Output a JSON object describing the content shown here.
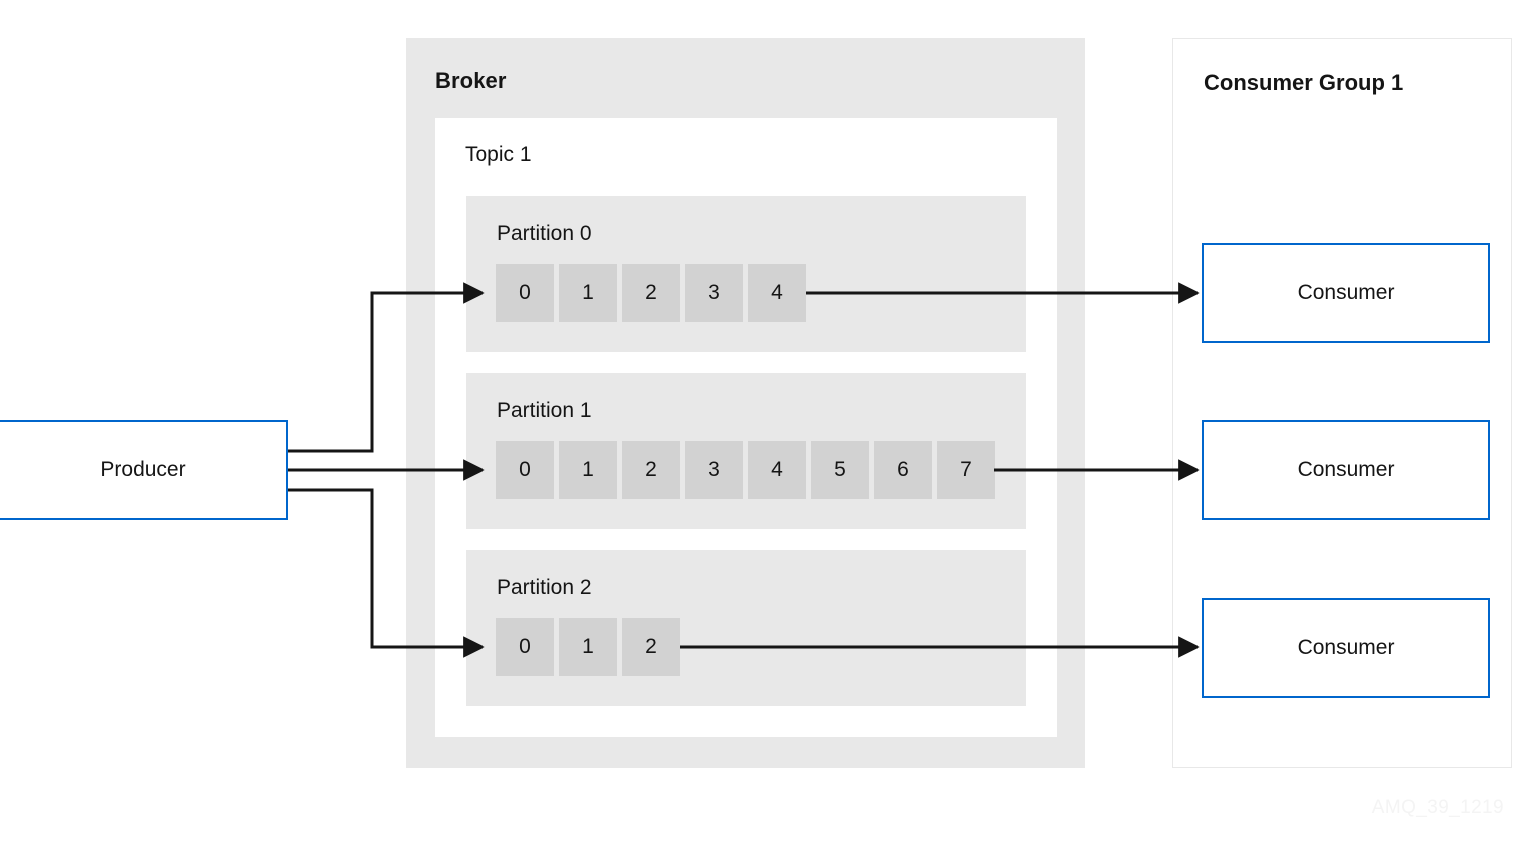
{
  "diagram": {
    "watermark": "AMQ_39_1219"
  },
  "producer": {
    "label": "Producer",
    "border_color": "#0066cc"
  },
  "broker": {
    "title": "Broker",
    "background": "#e8e8e8",
    "topic": {
      "title": "Topic 1",
      "background": "#ffffff",
      "partitions": [
        {
          "title": "Partition 0",
          "offsets": [
            "0",
            "1",
            "2",
            "3",
            "4"
          ]
        },
        {
          "title": "Partition 1",
          "offsets": [
            "0",
            "1",
            "2",
            "3",
            "4",
            "5",
            "6",
            "7"
          ]
        },
        {
          "title": "Partition 2",
          "offsets": [
            "0",
            "1",
            "2"
          ]
        }
      ]
    }
  },
  "consumer_group": {
    "title": "Consumer Group 1",
    "border_color": "#e8e8e8",
    "consumers": [
      {
        "label": "Consumer"
      },
      {
        "label": "Consumer"
      },
      {
        "label": "Consumer"
      }
    ]
  },
  "colors": {
    "accent_blue": "#0066cc",
    "panel_gray": "#e8e8e8",
    "cell_gray": "#d2d2d2",
    "line_black": "#151515",
    "text": "#151515"
  }
}
